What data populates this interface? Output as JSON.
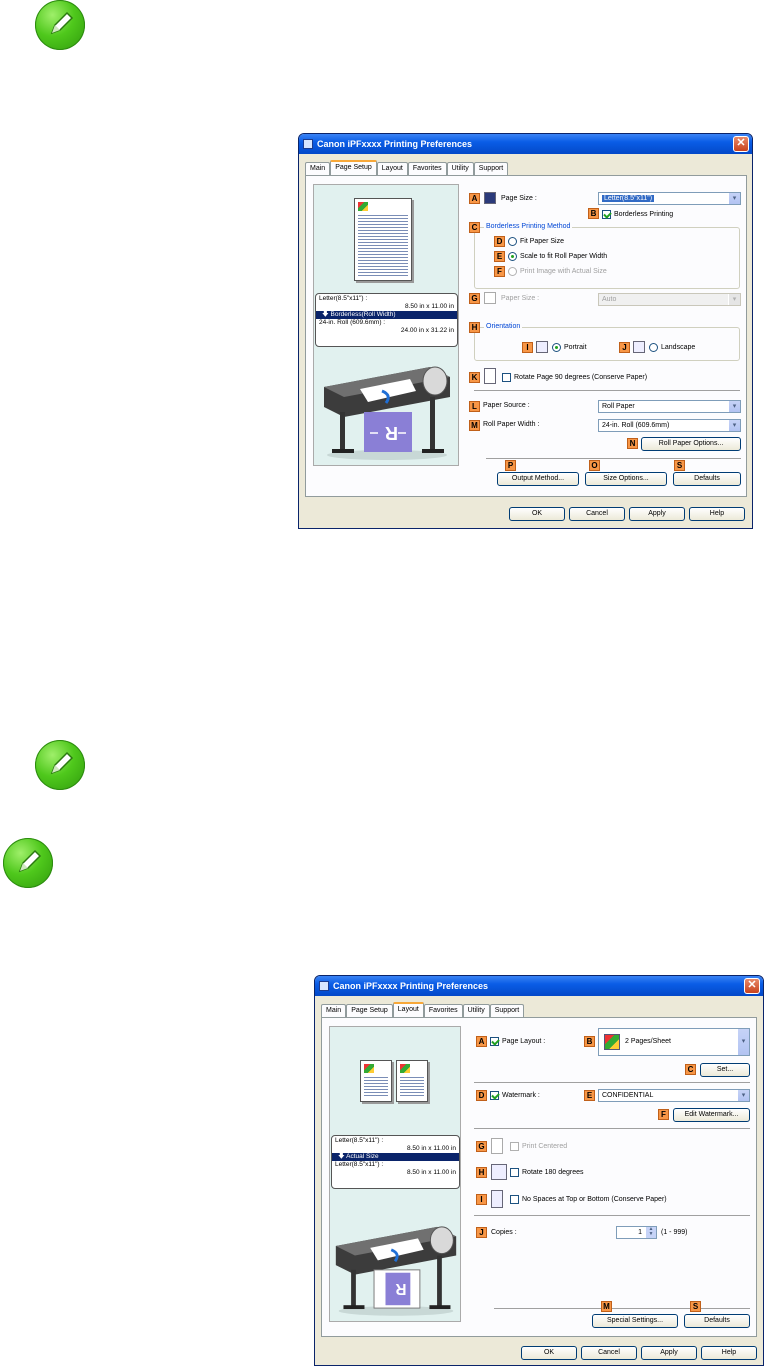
{
  "dialog1": {
    "title": "Canon iPFxxxx Printing Preferences",
    "tabs": [
      "Main",
      "Page Setup",
      "Layout",
      "Favorites",
      "Utility",
      "Support"
    ],
    "active_tab": "Page Setup",
    "preview_info": {
      "line1": "Letter(8.5\"x11\") :",
      "line2": "8.50 in x 11.00 in",
      "line3": "Borderless(Roll Width)",
      "line4": "24-in. Roll (609.6mm) :",
      "line5": "24.00 in x 31.22 in"
    },
    "page_size_label": "Page Size :",
    "page_size_value": "Letter(8.5\"x11\")",
    "borderless_printing_label": "Borderless Printing",
    "borderless_method_title": "Borderless Printing Method",
    "fit_paper_size_label": "Fit Paper Size",
    "scale_roll_label": "Scale to fit Roll Paper Width",
    "print_actual_label": "Print Image with Actual Size",
    "paper_size_label": "Paper Size :",
    "paper_size_value": "Auto",
    "orientation_title": "Orientation",
    "portrait_label": "Portrait",
    "landscape_label": "Landscape",
    "rotate_label": "Rotate Page 90 degrees (Conserve Paper)",
    "paper_source_label": "Paper Source :",
    "paper_source_value": "Roll Paper",
    "roll_width_label": "Roll Paper Width :",
    "roll_width_value": "24-in. Roll (609.6mm)",
    "roll_options_button": "Roll Paper Options...",
    "output_method_button": "Output Method...",
    "size_options_button": "Size Options...",
    "defaults_button": "Defaults",
    "ok_button": "OK",
    "cancel_button": "Cancel",
    "apply_button": "Apply",
    "help_button": "Help",
    "labels": {
      "A": "A",
      "B": "B",
      "C": "C",
      "D": "D",
      "E": "E",
      "F": "F",
      "G": "G",
      "H": "H",
      "I": "I",
      "J": "J",
      "K": "K",
      "L": "L",
      "M": "M",
      "N": "N",
      "P": "P",
      "O": "O",
      "S": "S"
    }
  },
  "dialog2": {
    "title": "Canon iPFxxxx Printing Preferences",
    "tabs": [
      "Main",
      "Page Setup",
      "Layout",
      "Favorites",
      "Utility",
      "Support"
    ],
    "active_tab": "Layout",
    "preview_info": {
      "line1": "Letter(8.5\"x11\") :",
      "line2": "8.50 in x 11.00 in",
      "line3": "Actual Size",
      "line4": "Letter(8.5\"x11\") :",
      "line5": "8.50 in x 11.00 in"
    },
    "page_layout_label": "Page Layout :",
    "page_layout_value": "2 Pages/Sheet",
    "set_button": "Set...",
    "watermark_label": "Watermark :",
    "watermark_value": "CONFIDENTIAL",
    "edit_watermark_button": "Edit Watermark...",
    "print_centered_label": "Print Centered",
    "rotate180_label": "Rotate 180 degrees",
    "no_spaces_label": "No Spaces at Top or Bottom (Conserve Paper)",
    "copies_label": "Copies :",
    "copies_value": "1",
    "copies_range": "(1 - 999)",
    "special_settings_button": "Special Settings...",
    "defaults_button": "Defaults",
    "ok_button": "OK",
    "cancel_button": "Cancel",
    "apply_button": "Apply",
    "help_button": "Help",
    "labels": {
      "A": "A",
      "B": "B",
      "C": "C",
      "D": "D",
      "E": "E",
      "F": "F",
      "G": "G",
      "H": "H",
      "I": "I",
      "J": "J",
      "M": "M",
      "S": "S"
    }
  }
}
